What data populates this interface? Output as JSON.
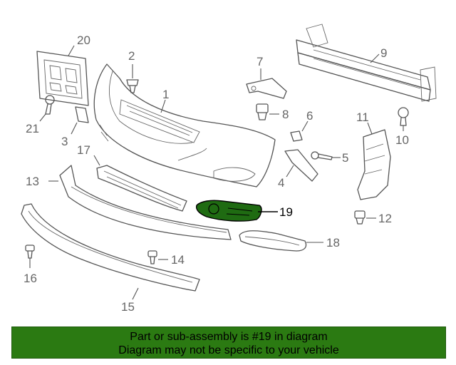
{
  "callouts": [
    {
      "id": "1",
      "label": "1"
    },
    {
      "id": "2",
      "label": "2"
    },
    {
      "id": "3",
      "label": "3"
    },
    {
      "id": "4",
      "label": "4"
    },
    {
      "id": "5",
      "label": "5"
    },
    {
      "id": "6",
      "label": "6"
    },
    {
      "id": "7",
      "label": "7"
    },
    {
      "id": "8",
      "label": "8"
    },
    {
      "id": "9",
      "label": "9"
    },
    {
      "id": "10",
      "label": "10"
    },
    {
      "id": "11",
      "label": "11"
    },
    {
      "id": "12",
      "label": "12"
    },
    {
      "id": "13",
      "label": "13"
    },
    {
      "id": "14",
      "label": "14"
    },
    {
      "id": "15",
      "label": "15"
    },
    {
      "id": "16",
      "label": "16"
    },
    {
      "id": "17",
      "label": "17"
    },
    {
      "id": "18",
      "label": "18"
    },
    {
      "id": "19",
      "label": "19",
      "highlighted": true
    },
    {
      "id": "20",
      "label": "20"
    },
    {
      "id": "21",
      "label": "21"
    }
  ],
  "banner": {
    "line1": "Part or sub-assembly is #19 in diagram",
    "line2": "Diagram may not be specific to your vehicle",
    "background": "#2b7a12"
  },
  "highlight_color": "#1f6b12"
}
